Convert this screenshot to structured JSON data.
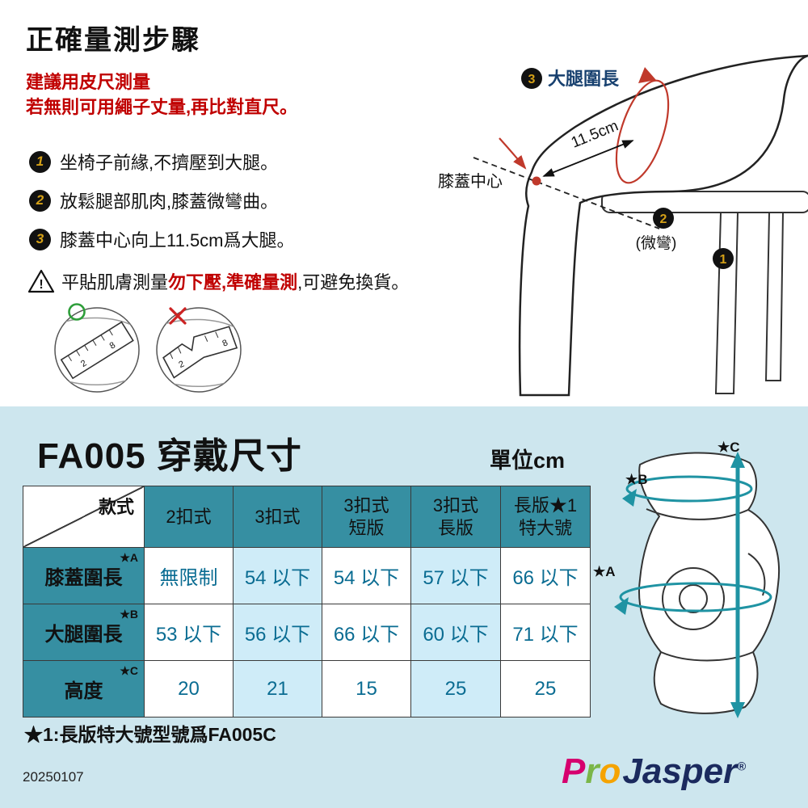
{
  "colors": {
    "accent_red": "#c00000",
    "step_number_gold": "#d4a017",
    "table_header_teal": "#368fa2",
    "table_cell_lightblue": "#cfecf8",
    "bottom_section_bg": "#cde6ee",
    "table_value_text": "#0a6c92",
    "measure_arrow_teal": "#1f93a3",
    "diagram_label_navy": "#17406f",
    "logo_navy": "#1b2a5e",
    "logo_p": "#d6006e",
    "logo_r": "#7ab648",
    "logo_o": "#f5a300"
  },
  "top": {
    "title": "正確量測步驟",
    "advice_line1": "建議用皮尺測量",
    "advice_line2": "若無則可用繩子丈量,再比對直尺。",
    "steps": [
      {
        "num": "1",
        "text": "坐椅子前緣,不擠壓到大腿。"
      },
      {
        "num": "2",
        "text": "放鬆腿部肌肉,膝蓋微彎曲。"
      },
      {
        "num": "3",
        "text": "膝蓋中心向上11.5cm爲大腿。"
      }
    ],
    "warning": {
      "icon": "!",
      "prefix": "平貼肌膚測量",
      "highlight": "勿下壓,準確量測",
      "suffix": ",可避免換貨。"
    },
    "tape": {
      "good_mark": "○",
      "bad_mark": "✕",
      "numbers": [
        "2",
        "8"
      ]
    },
    "diagram": {
      "step3_num": "3",
      "thigh_label": "大腿圍長",
      "distance_label": "11.5cm",
      "knee_center_label": "膝蓋中心",
      "step2_num": "2",
      "bent_label": "(微彎)",
      "step1_num": "1"
    }
  },
  "bottom": {
    "title": "FA005 穿戴尺寸",
    "unit_label": "單位cm",
    "table": {
      "corner_label": "款式",
      "columns": [
        [
          "2扣式"
        ],
        [
          "3扣式"
        ],
        [
          "3扣式",
          "短版"
        ],
        [
          "3扣式",
          "長版"
        ],
        [
          "長版★1",
          "特大號"
        ]
      ],
      "rows": [
        {
          "star": "★A",
          "label": "膝蓋圍長",
          "values": [
            "無限制",
            "54 以下",
            "54 以下",
            "57 以下",
            "66 以下"
          ]
        },
        {
          "star": "★B",
          "label": "大腿圍長",
          "values": [
            "53 以下",
            "56 以下",
            "66 以下",
            "60 以下",
            "71 以下"
          ]
        },
        {
          "star": "★C",
          "label": "高度",
          "values": [
            "20",
            "21",
            "15",
            "25",
            "25"
          ]
        }
      ]
    },
    "brace_labels": {
      "a": "★A",
      "b": "★B",
      "c": "★C"
    },
    "footnote": "★1:長版特大號型號爲FA005C",
    "date": "20250107",
    "logo": {
      "p": "P",
      "r": "r",
      "o": "o",
      "name": "Jasper",
      "reg": "®"
    }
  }
}
